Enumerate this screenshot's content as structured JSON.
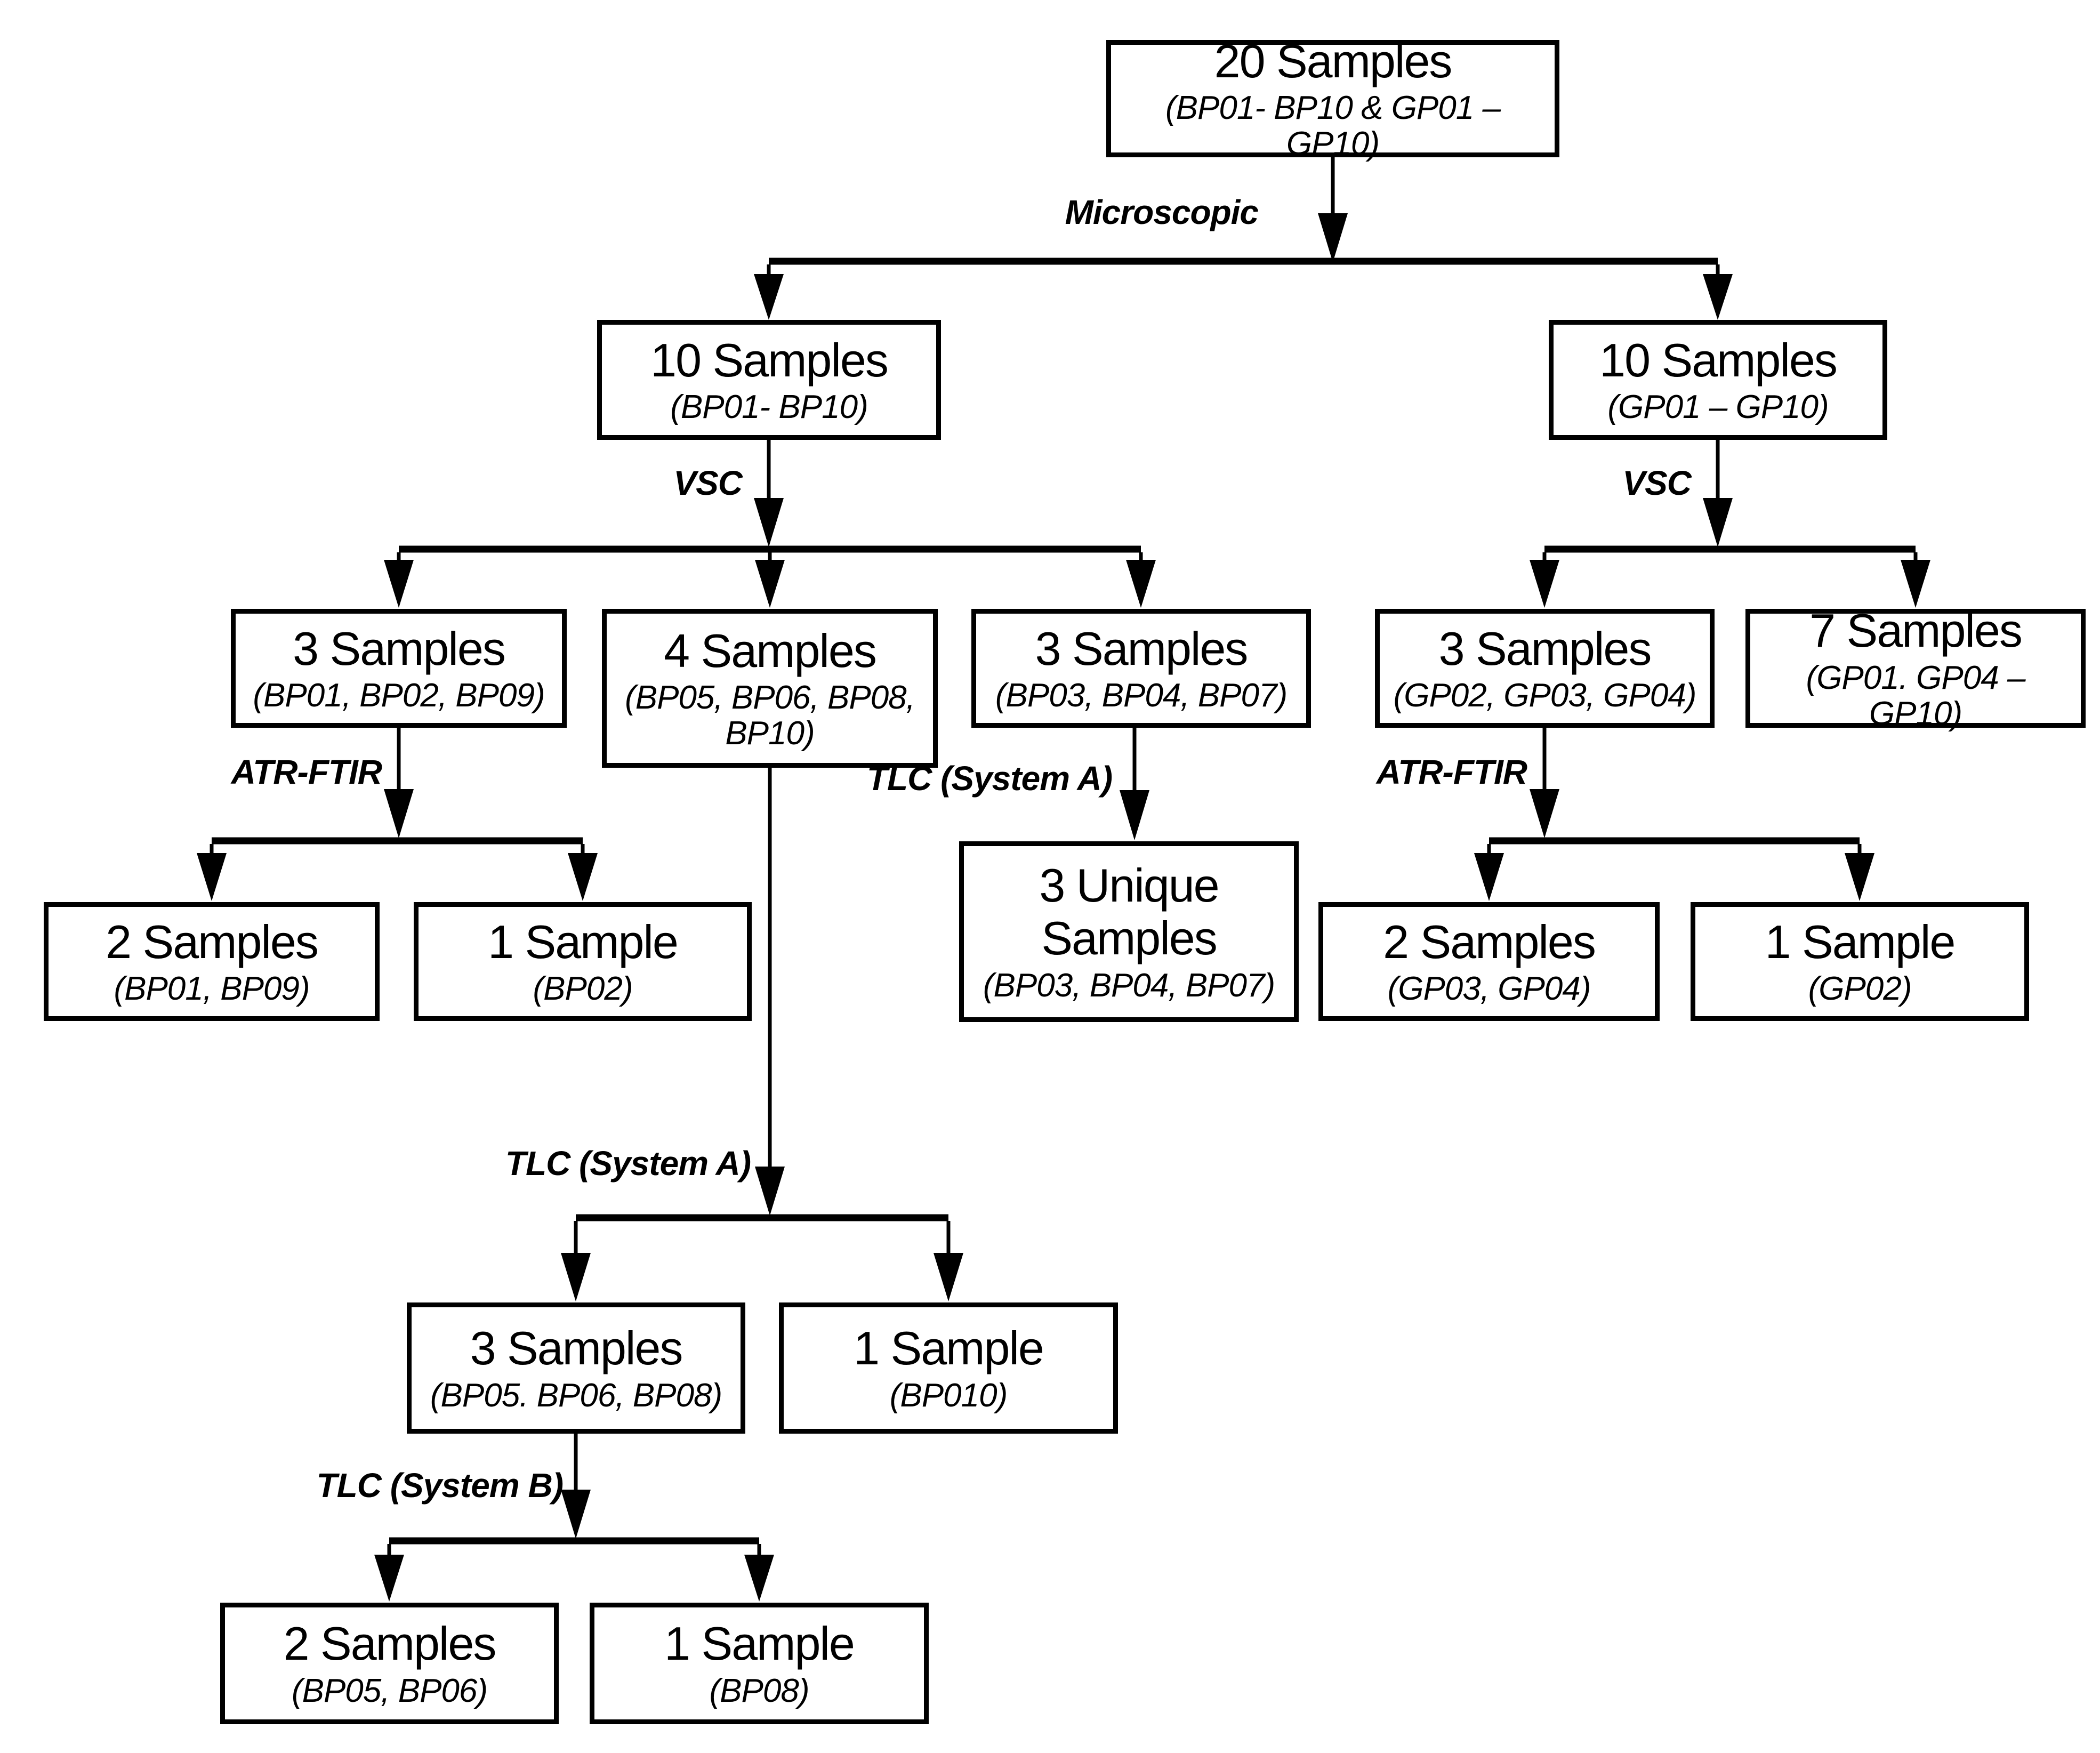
{
  "diagram": {
    "colors": {
      "line": "#000000",
      "box_border": "#000000",
      "background": "#ffffff",
      "text": "#000000"
    },
    "nodes": {
      "root": {
        "title": "20 Samples",
        "subtitle": "(BP01- BP10 & GP01 – GP10)"
      },
      "left10": {
        "title": "10 Samples",
        "subtitle": "(BP01- BP10)"
      },
      "right10": {
        "title": "10 Samples",
        "subtitle": "(GP01 – GP10)"
      },
      "bp129": {
        "title": "3 Samples",
        "subtitle": "(BP01, BP02, BP09)"
      },
      "bp5680": {
        "title": "4 Samples",
        "subtitle": "(BP05, BP06, BP08, BP10)"
      },
      "bp347": {
        "title": "3 Samples",
        "subtitle": "(BP03, BP04, BP07)"
      },
      "gp234": {
        "title": "3 Samples",
        "subtitle": "(GP02, GP03, GP04)"
      },
      "gp7": {
        "title": "7 Samples",
        "subtitle": "(GP01. GP04 – GP10)"
      },
      "bp19": {
        "title": "2 Samples",
        "subtitle": "(BP01, BP09)"
      },
      "bp02": {
        "title": "1 Sample",
        "subtitle": "(BP02)"
      },
      "unique347": {
        "title": "3 Unique Samples",
        "subtitle": "(BP03, BP04, BP07)"
      },
      "gp34": {
        "title": "2 Samples",
        "subtitle": "(GP03, GP04)"
      },
      "gp02": {
        "title": "1 Sample",
        "subtitle": "(GP02)"
      },
      "bp568": {
        "title": "3 Samples",
        "subtitle": "(BP05. BP06, BP08)"
      },
      "bp010": {
        "title": "1 Sample",
        "subtitle": "(BP010)"
      },
      "bp56": {
        "title": "2 Samples",
        "subtitle": "(BP05, BP06)"
      },
      "bp08": {
        "title": "1 Sample",
        "subtitle": "(BP08)"
      }
    },
    "labels": {
      "microscopic": "Microscopic",
      "vsc_left": "VSC",
      "vsc_right": "VSC",
      "atr_ftir_left": "ATR-FTIR",
      "tlc_system_a_mid": "TLC (System A)",
      "atr_ftir_right": "ATR-FTIR",
      "tlc_system_a_long": "TLC (System A)",
      "tlc_system_b": "TLC (System B)"
    }
  }
}
